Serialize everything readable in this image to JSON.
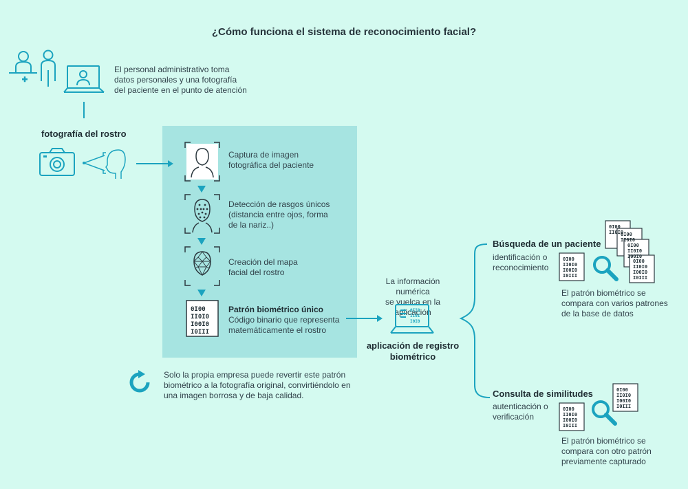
{
  "title": "¿Cómo funciona el sistema de reconocimiento facial?",
  "intro_text": [
    "El personal administrativo toma",
    "datos personales y una fotografía",
    "del paciente en el punto de atención"
  ],
  "photo_label": "fotografía del rostro",
  "steps": [
    {
      "title": "",
      "lines": [
        "Captura de imagen",
        "fotográfica del paciente"
      ],
      "icon": "face-capture-icon"
    },
    {
      "title": "",
      "lines": [
        "Detección de rasgos únicos",
        "(distancia entre ojos, forma",
        "de la nariz..)"
      ],
      "icon": "face-points-icon"
    },
    {
      "title": "",
      "lines": [
        "Creación del mapa",
        "facial del rostro"
      ],
      "icon": "face-mesh-icon"
    },
    {
      "title": "Patrón biométrico único",
      "lines": [
        "Código binario que representa",
        "matemáticamente el rostro"
      ],
      "icon": "binary-code-icon"
    }
  ],
  "revert_text": [
    "Solo la propia empresa puede revertir este patrón",
    "biométrico a la fotografía original, convirtiéndolo en",
    "una imagen borrosa y de baja calidad."
  ],
  "info_text": [
    "La información numérica",
    "se vuelca en la aplicación"
  ],
  "app_label": [
    "aplicación de registro",
    "biométrico"
  ],
  "search": {
    "title": "Búsqueda de un paciente",
    "subtitle": [
      "identificación o",
      "reconocimiento"
    ],
    "desc": [
      "El patrón biométrico se",
      "compara con varios patrones",
      "de la base de datos"
    ]
  },
  "consult": {
    "title": "Consulta de similitudes",
    "subtitle": [
      "autenticación o",
      "verificación"
    ],
    "desc": [
      "El patrón biométrico se",
      "compara con otro patrón",
      "previamente capturado"
    ]
  },
  "colors": {
    "background": "#d4faf0",
    "panel": "#a6e4e1",
    "accent": "#1ba3bf",
    "dark": "#2d3a40"
  }
}
